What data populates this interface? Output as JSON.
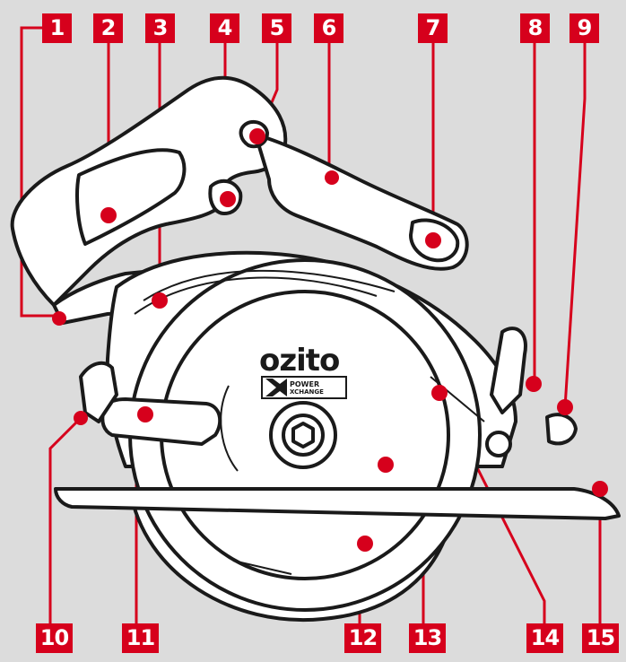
{
  "diagram": {
    "callouts": [
      {
        "id": "1",
        "label": "1"
      },
      {
        "id": "2",
        "label": "2"
      },
      {
        "id": "3",
        "label": "3"
      },
      {
        "id": "4",
        "label": "4"
      },
      {
        "id": "5",
        "label": "5"
      },
      {
        "id": "6",
        "label": "6"
      },
      {
        "id": "7",
        "label": "7"
      },
      {
        "id": "8",
        "label": "8"
      },
      {
        "id": "9",
        "label": "9"
      },
      {
        "id": "10",
        "label": "10"
      },
      {
        "id": "11",
        "label": "11"
      },
      {
        "id": "12",
        "label": "12"
      },
      {
        "id": "13",
        "label": "13"
      },
      {
        "id": "14",
        "label": "14"
      },
      {
        "id": "15",
        "label": "15"
      }
    ],
    "brand": "ozito",
    "power_x_line1": "POWER",
    "power_x_line2": "XCHANGE"
  },
  "colors": {
    "callout": "#d6001c",
    "background": "#dcdcdc",
    "outline": "#1a1a1a"
  }
}
